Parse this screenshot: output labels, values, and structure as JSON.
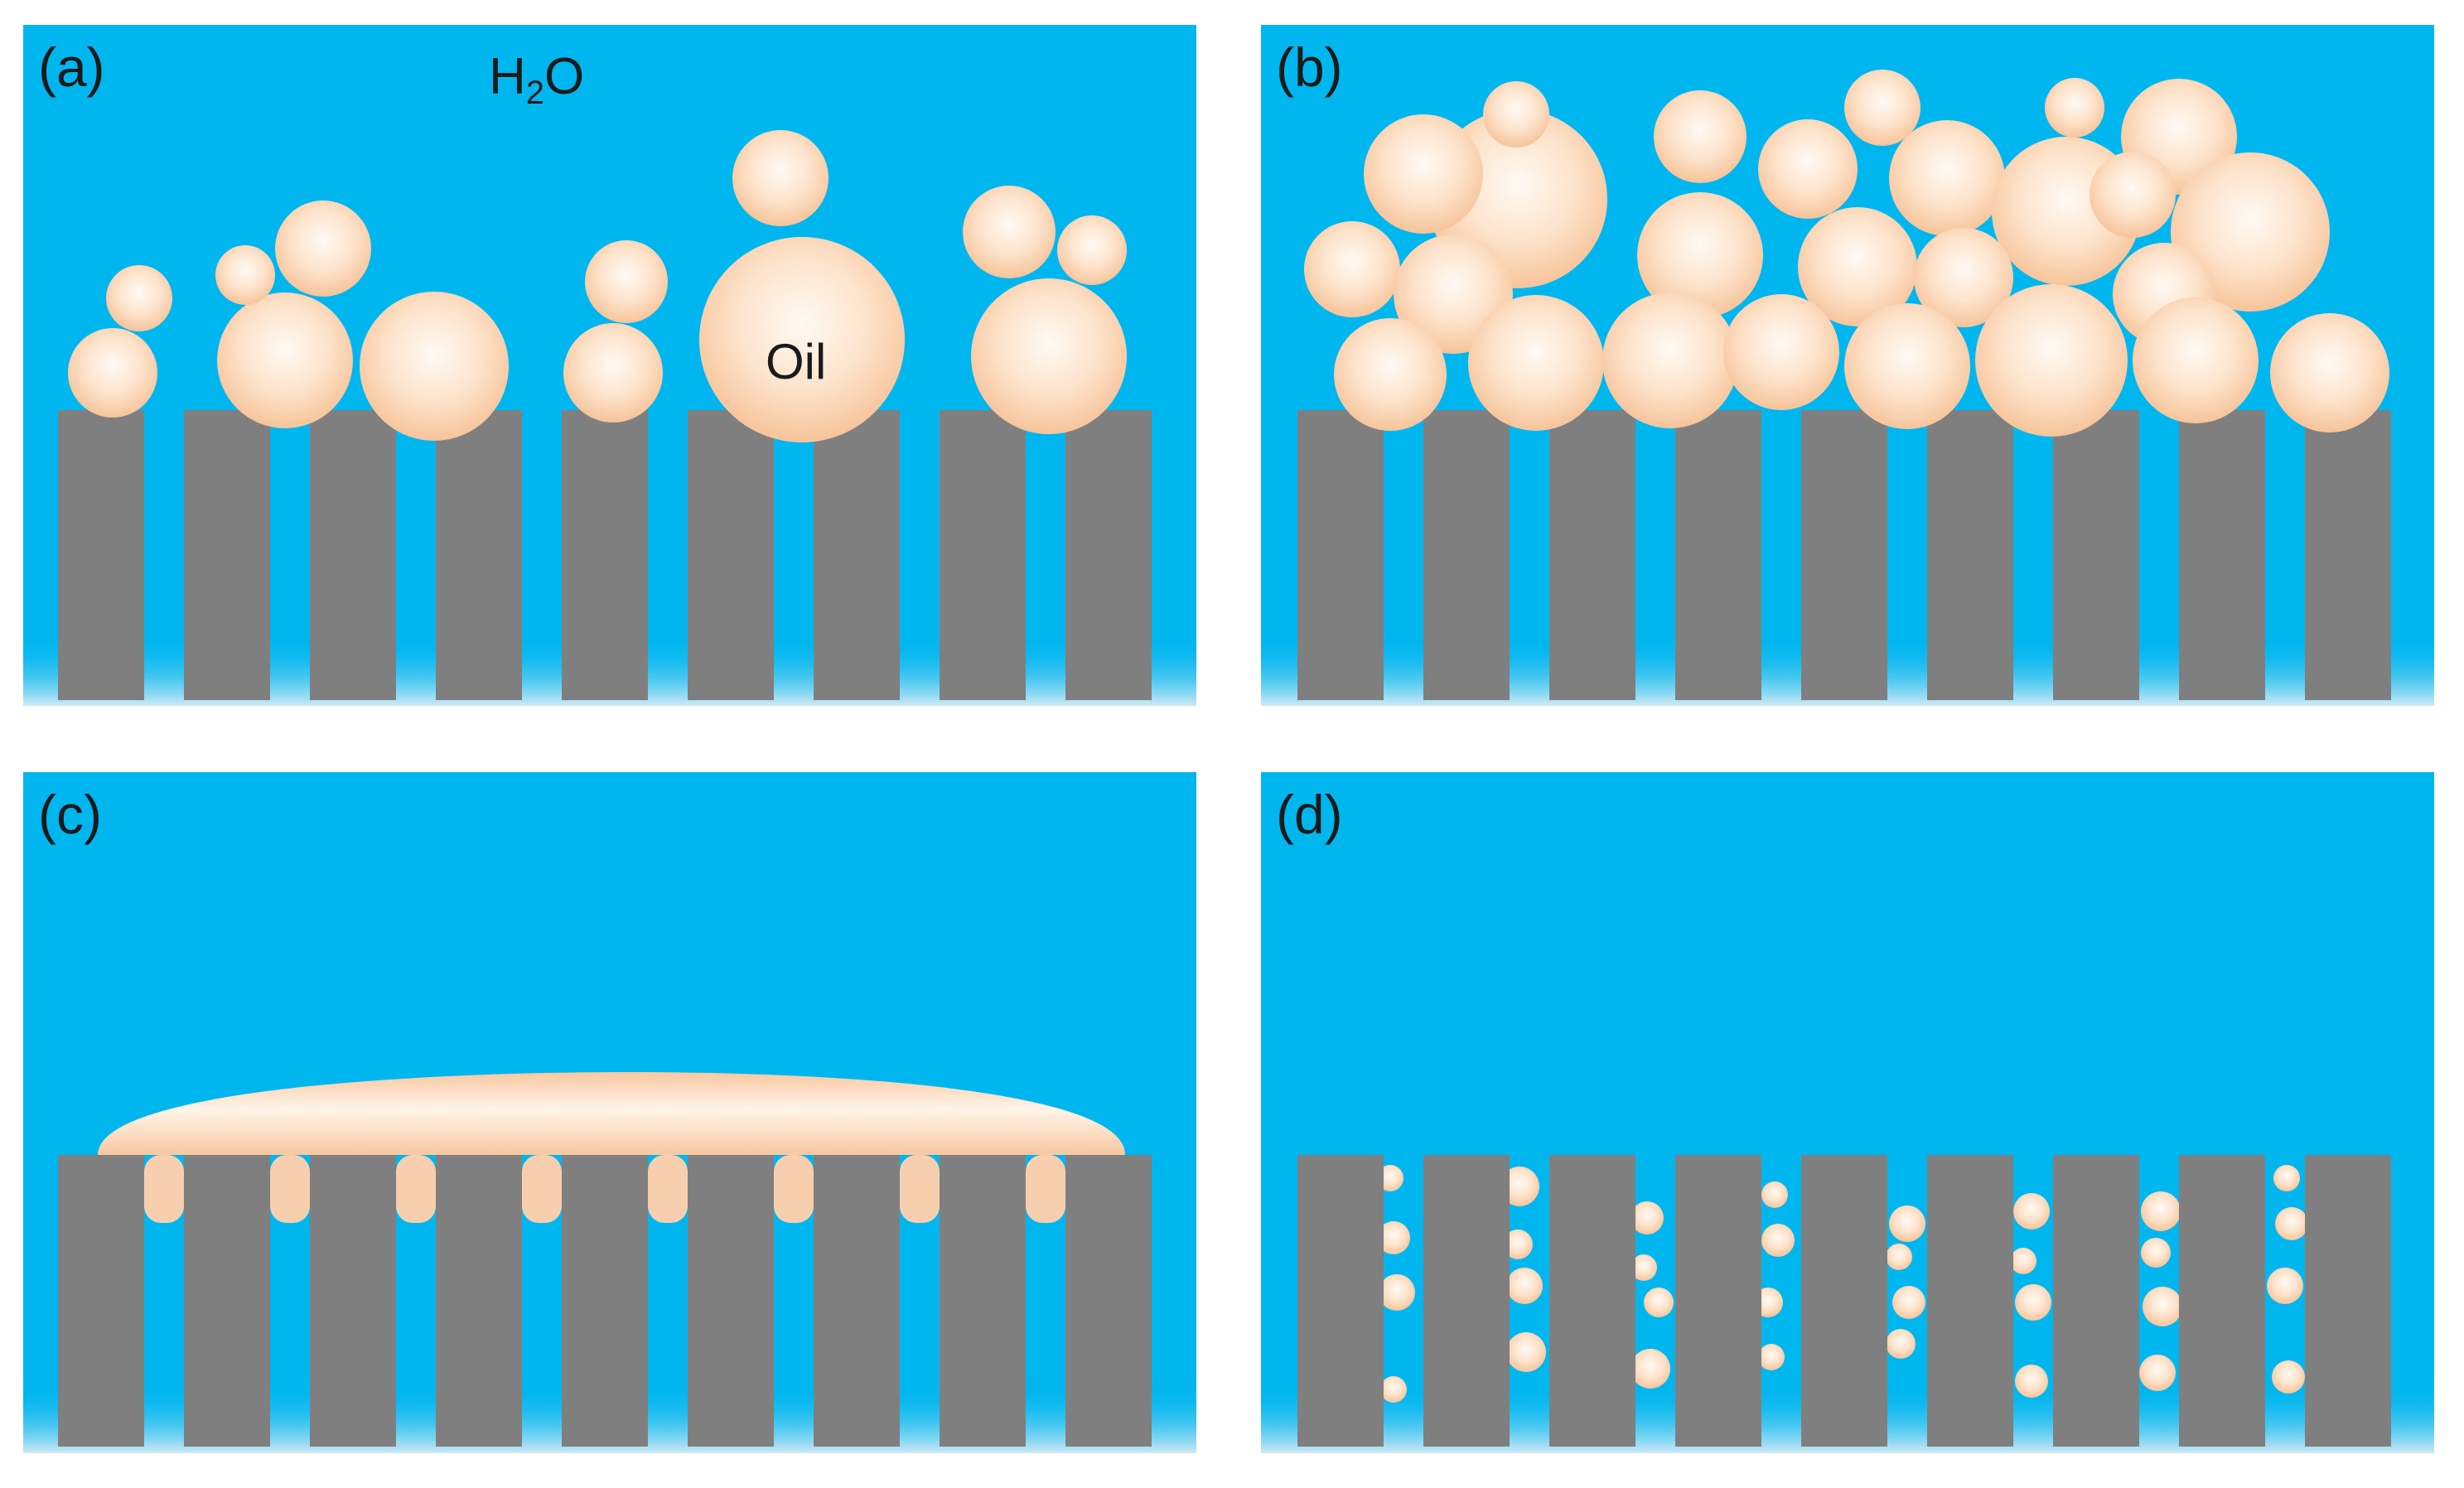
{
  "panels": {
    "a": {
      "label": "(a)",
      "water_text": "H",
      "water_sub": "2",
      "water_tail": "O",
      "oil_text": "Oil"
    },
    "b": {
      "label": "(b)"
    },
    "c": {
      "label": "(c)"
    },
    "d": {
      "label": "(d)"
    }
  },
  "colors": {
    "water": "#00b6ef",
    "pillar": "#7f7f7f",
    "pillar_edge": "#666666",
    "oil_center": "#fff6ee",
    "oil_edge": "#f8c8a0",
    "text": "#1a1a1a"
  }
}
